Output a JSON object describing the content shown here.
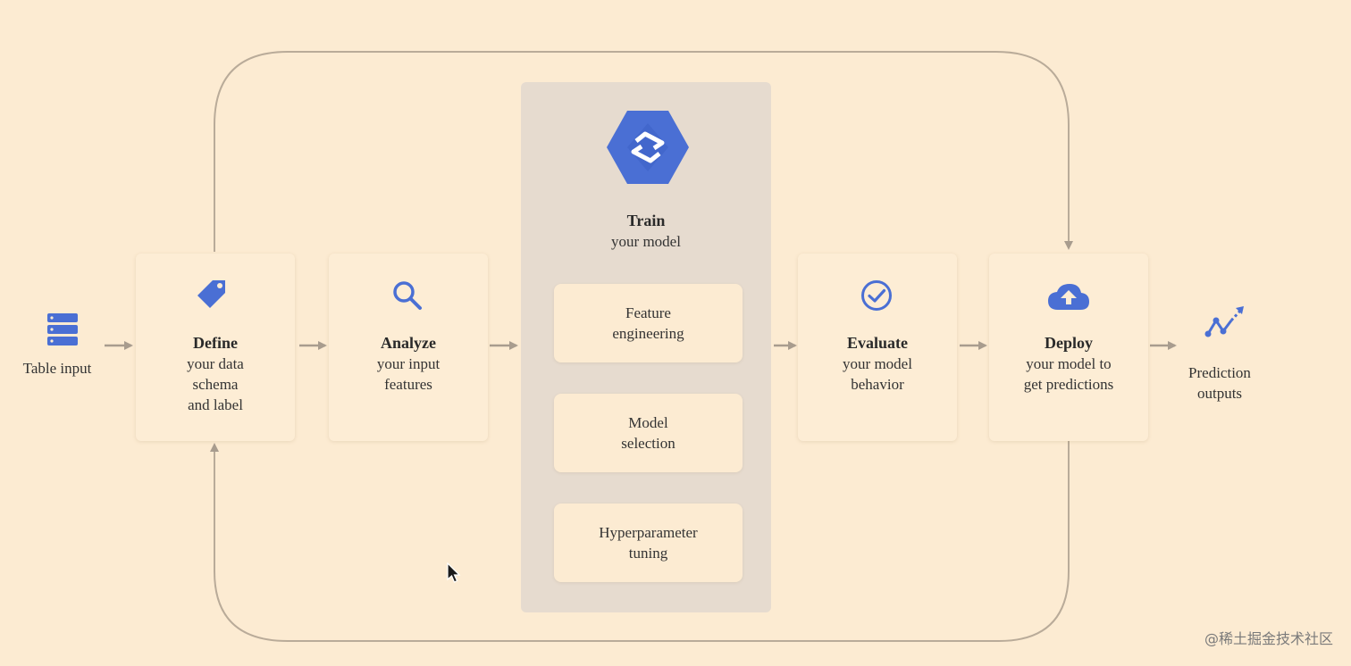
{
  "input": {
    "label": "Table input",
    "icon": "database-icon"
  },
  "steps": [
    {
      "title": "Define",
      "desc": "your data\nschema\nand label",
      "icon": "tag-icon"
    },
    {
      "title": "Analyze",
      "desc": "your input\nfeatures",
      "icon": "search-icon"
    },
    {
      "title": "Evaluate",
      "desc": "your model\nbehavior",
      "icon": "check-circle-icon"
    },
    {
      "title": "Deploy",
      "desc": "your model to\nget predictions",
      "icon": "cloud-upload-icon"
    }
  ],
  "train": {
    "title": "Train",
    "desc": "your model",
    "icon": "automl-hexagon-icon",
    "substeps": [
      "Feature\nengineering",
      "Model\nselection",
      "Hyperparameter\ntuning"
    ]
  },
  "output": {
    "label": "Prediction\noutputs",
    "icon": "prediction-trend-icon"
  },
  "footer": {
    "credit": "@稀土掘金技术社区"
  },
  "colors": {
    "background": "#fcebd2",
    "icon_blue": "#4a6fd4",
    "arrow": "#a89c8e",
    "train_panel": "#e6dbcf"
  }
}
